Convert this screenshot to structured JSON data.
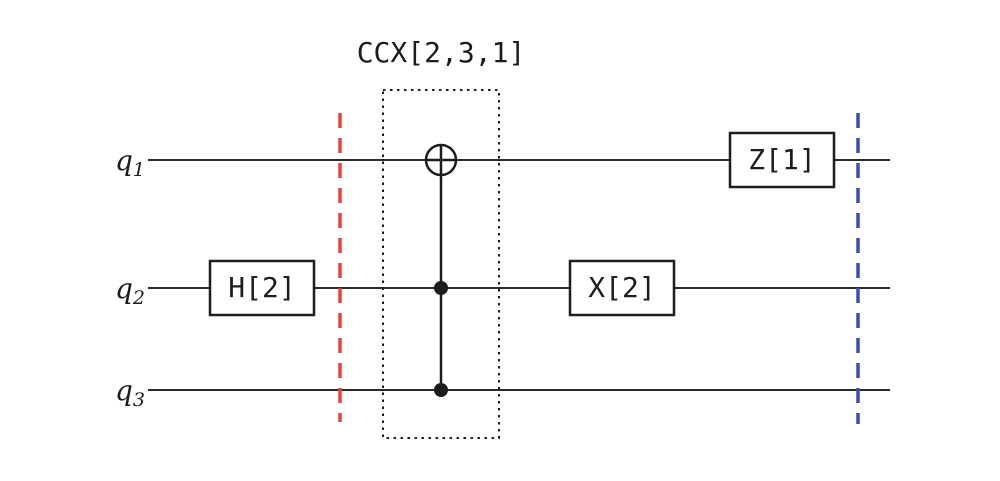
{
  "diagram": {
    "type": "quantum-circuit",
    "qubits": [
      {
        "base": "q",
        "sub": "1"
      },
      {
        "base": "q",
        "sub": "2"
      },
      {
        "base": "q",
        "sub": "3"
      }
    ],
    "gates": {
      "h": {
        "label": "H[2]",
        "wire": "q2"
      },
      "ccx": {
        "label": "CCX[2,3,1]",
        "target_wire": "q1",
        "control_wires": [
          "q2",
          "q3"
        ]
      },
      "x": {
        "label": "X[2]",
        "wire": "q2"
      },
      "z": {
        "label": "Z[1]",
        "wire": "q1"
      }
    },
    "colors": {
      "wire": "#2b2b2b",
      "gate_border": "#1c1c1c",
      "barrier_red": "#e5443c",
      "barrier_blue": "#3c4eb5"
    }
  }
}
